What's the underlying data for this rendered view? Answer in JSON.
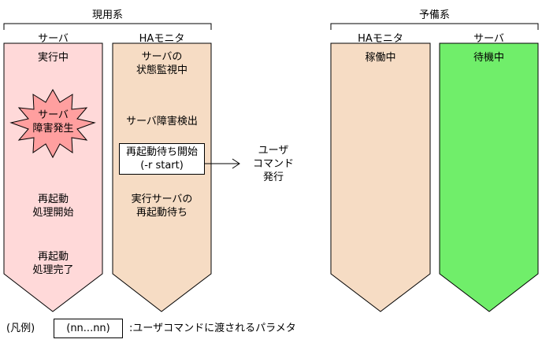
{
  "active_group": {
    "title": "現用系",
    "server_column": {
      "title": "サーバ",
      "items": {
        "running": "実行中",
        "failure_line1": "サーバ",
        "failure_line2": "障害発生",
        "restart_start_line1": "再起動",
        "restart_start_line2": "処理開始",
        "restart_done_line1": "再起動",
        "restart_done_line2": "処理完了"
      }
    },
    "ha_column": {
      "title": "HAモニタ",
      "items": {
        "monitoring_line1": "サーバの",
        "monitoring_line2": "状態監視中",
        "failure_detected": "サーバ障害検出",
        "wait_start_line1": "再起動待ち開始",
        "wait_start_line2": "(-r start)",
        "waiting_line1": "実行サーバの",
        "waiting_line2": "再起動待ち"
      }
    }
  },
  "user_command": {
    "line1": "ユーザ",
    "line2": "コマンド",
    "line3": "発行"
  },
  "standby_group": {
    "title": "予備系",
    "ha_column": {
      "title": "HAモニタ",
      "status": "稼働中"
    },
    "server_column": {
      "title": "サーバ",
      "status": "待機中"
    }
  },
  "legend": {
    "prefix": "(凡例)",
    "sample": "(nn...nn)",
    "description": ":ユーザコマンドに渡されるパラメタ"
  },
  "colors": {
    "active_server_fill": "#ffd9d9",
    "failure_burst_fill": "#ff9f9f",
    "ha_fill": "#f6dcc4",
    "standby_server_fill": "#70ee6a",
    "stroke": "#000000"
  }
}
